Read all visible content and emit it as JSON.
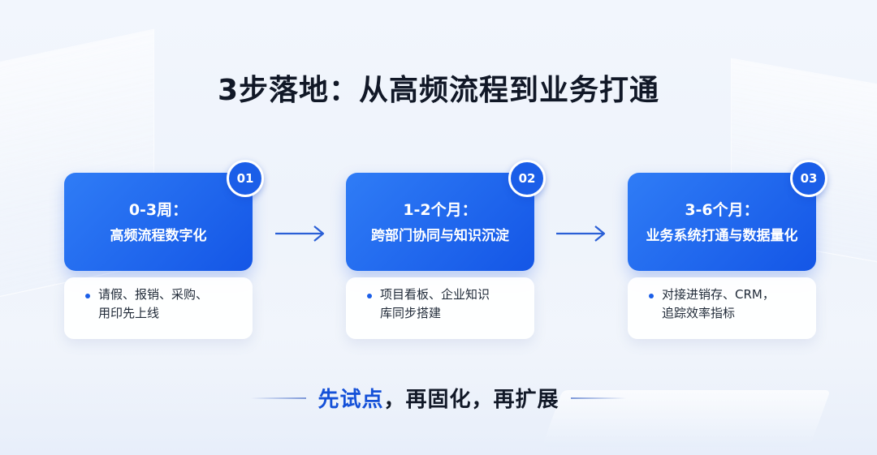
{
  "title": "3步落地：从高频流程到业务打通",
  "steps": [
    {
      "badge": "01",
      "period": "0-3周：",
      "theme": "高频流程数字化",
      "desc_line1": "请假、报销、采购、",
      "desc_line2": "用印先上线"
    },
    {
      "badge": "02",
      "period": "1-2个月：",
      "theme": "跨部门协同与知识沉淀",
      "desc_line1": "项目看板、企业知识",
      "desc_line2": "库同步搭建"
    },
    {
      "badge": "03",
      "period": "3-6个月：",
      "theme": "业务系统打通与数据量化",
      "desc_line1": "对接进销存、CRM，",
      "desc_line2": "追踪效率指标"
    }
  ],
  "slogan": {
    "highlight": "先试点",
    "rest": "，再固化，再扩展"
  },
  "colors": {
    "primary": "#1b5ee8",
    "card_gradient_start": "#2f7cf6",
    "card_gradient_end": "#1456e6",
    "arrow": "#2a5fd6",
    "title_text": "#111827",
    "slogan_highlight": "#1450d8"
  }
}
